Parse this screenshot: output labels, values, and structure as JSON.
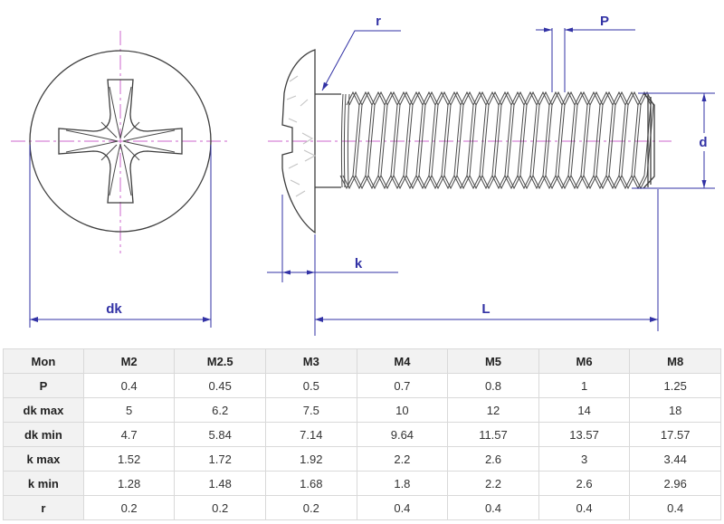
{
  "drawing": {
    "labels": {
      "dk": "dk",
      "k": "k",
      "L": "L",
      "P": "P",
      "d": "d",
      "r": "r"
    },
    "colors": {
      "outline": "#3e3e3e",
      "dimension": "#3232a5",
      "centerline": "#cc66cc",
      "sketch": "#c4c4c4"
    }
  },
  "table": {
    "header": [
      "Mon",
      "M2",
      "M2.5",
      "M3",
      "M4",
      "M5",
      "M6",
      "M8"
    ],
    "rows": [
      {
        "label": "P",
        "values": [
          "0.4",
          "0.45",
          "0.5",
          "0.7",
          "0.8",
          "1",
          "1.25"
        ]
      },
      {
        "label": "dk max",
        "values": [
          "5",
          "6.2",
          "7.5",
          "10",
          "12",
          "14",
          "18"
        ]
      },
      {
        "label": "dk min",
        "values": [
          "4.7",
          "5.84",
          "7.14",
          "9.64",
          "11.57",
          "13.57",
          "17.57"
        ]
      },
      {
        "label": "k max",
        "values": [
          "1.52",
          "1.72",
          "1.92",
          "2.2",
          "2.6",
          "3",
          "3.44"
        ]
      },
      {
        "label": "k min",
        "values": [
          "1.28",
          "1.48",
          "1.68",
          "1.8",
          "2.2",
          "2.6",
          "2.96"
        ]
      },
      {
        "label": "r",
        "values": [
          "0.2",
          "0.2",
          "0.2",
          "0.4",
          "0.4",
          "0.4",
          "0.4"
        ]
      }
    ]
  }
}
